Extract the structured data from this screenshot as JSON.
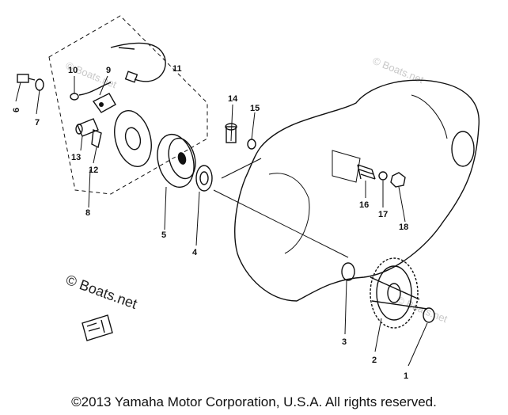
{
  "callouts": [
    "1",
    "2",
    "3",
    "4",
    "5",
    "6",
    "7",
    "8",
    "9",
    "10",
    "11",
    "12",
    "13",
    "14",
    "15",
    "16",
    "17",
    "18"
  ],
  "watermarks": {
    "small": "© Boats.net",
    "large": "© Boats.net"
  },
  "copyright": "©2013 Yamaha Motor Corporation, U.S.A. All rights reserved."
}
